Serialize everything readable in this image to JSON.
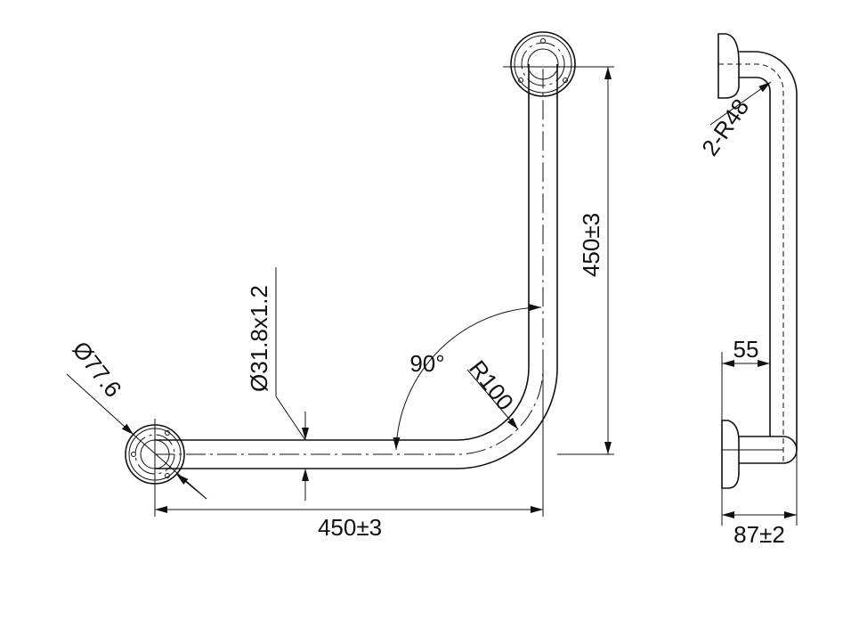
{
  "dimensions": {
    "horizontal_length": "450±3",
    "vertical_length": "450±3",
    "tube_diameter": "Ø31.8x1.2",
    "flange_diameter": "Ø77.6",
    "angle": "90°",
    "bend_radius": "R100",
    "side_bend_radius": "2-R48",
    "wall_offset": "55",
    "projection": "87±2"
  }
}
